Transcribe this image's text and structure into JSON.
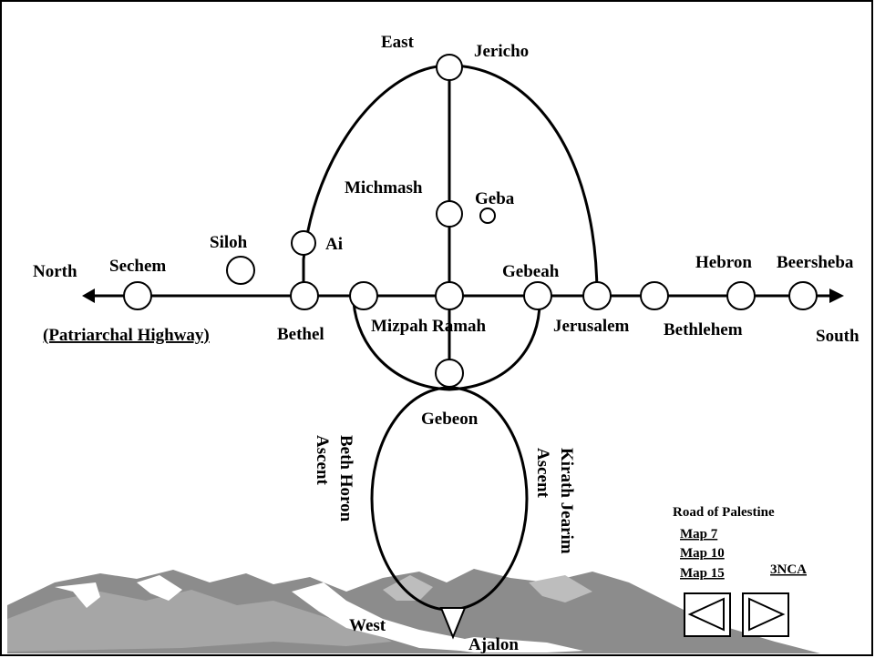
{
  "directions": {
    "north": "North",
    "south": "South",
    "east": "East",
    "west": "West"
  },
  "highway_label": "(Patriarchal Highway)",
  "places": {
    "jericho": "Jericho",
    "michmash": "Michmash",
    "geba": "Geba",
    "ai": "Ai",
    "siloh": "Siloh",
    "sechem": "Sechem",
    "bethel": "Bethel",
    "mizpah": "Mizpah",
    "ramah": "Ramah",
    "gebeah": "Gebeah",
    "jerusalem": "Jerusalem",
    "bethlehem": "Bethlehem",
    "hebron": "Hebron",
    "beersheba": "Beersheba",
    "gebeon": "Gebeon",
    "ajalon": "Ajalon"
  },
  "ascents": {
    "beth_horon": [
      "Beth Horon",
      "Ascent"
    ],
    "kirath_jearim": [
      "Kirath Jearim",
      "Ascent"
    ]
  },
  "legend": {
    "title": "Road of Palestine",
    "links": [
      "Map 7",
      "Map 10",
      "Map 15"
    ],
    "code": "3NCA"
  },
  "nav_icons": [
    "prev-arrow-icon",
    "next-arrow-icon"
  ]
}
